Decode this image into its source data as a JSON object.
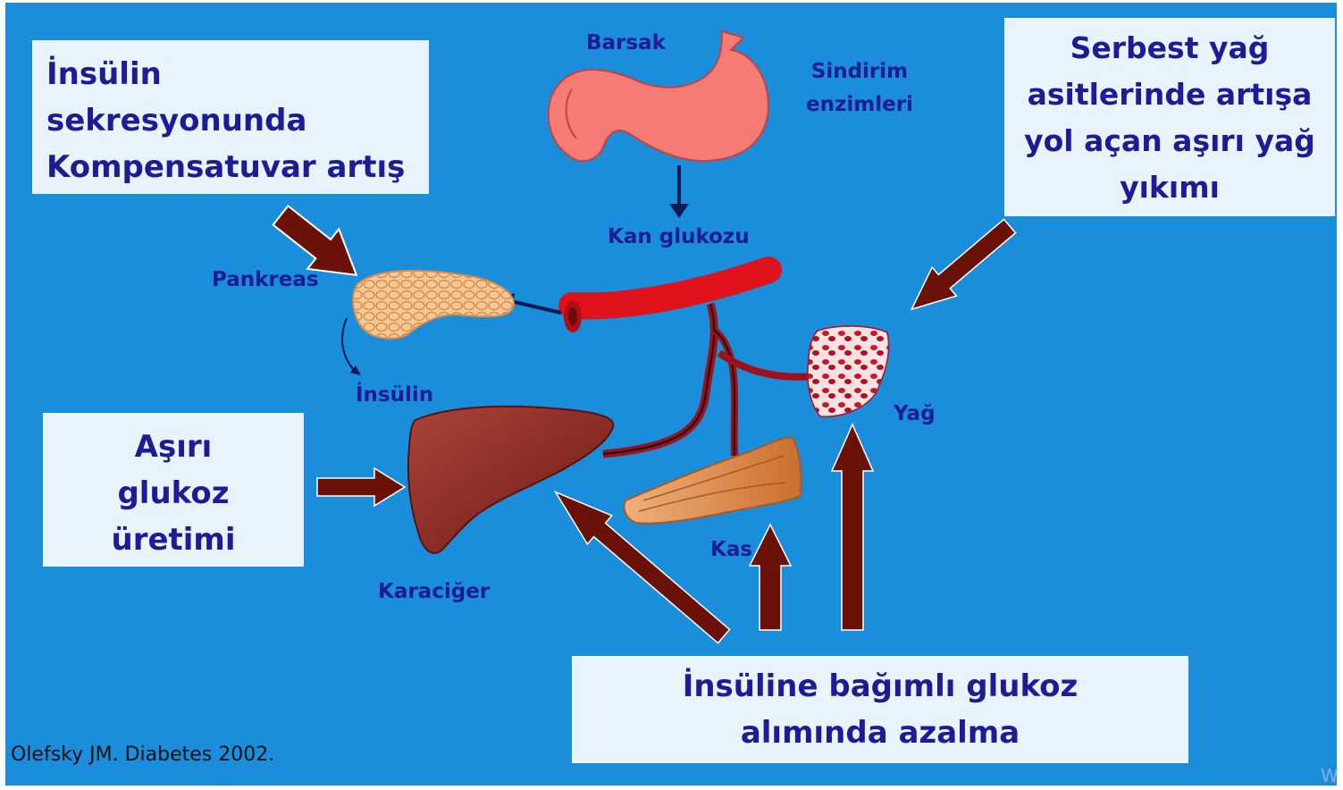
{
  "boxes": {
    "insulin_secretion": [
      "İnsülin",
      "sekresyonunda",
      "Kompensatuvar artış"
    ],
    "free_fatty_acids": [
      "Serbest yağ",
      "asitlerinde artışa",
      "yol açan aşırı yağ",
      "yıkımı"
    ],
    "glucose_production": [
      "Aşırı",
      "glukoz",
      "üretimi"
    ],
    "glucose_uptake": [
      "İnsüline bağımlı glukoz",
      "alımında azalma"
    ]
  },
  "labels": {
    "barsak": "Barsak",
    "sindirim": [
      "Sindirim",
      "enzimleri"
    ],
    "kan_glukozu": "Kan glukozu",
    "pankreas": "Pankreas",
    "insulin": "İnsülin",
    "yag": "Yağ",
    "kas": "Kas",
    "karaciger": "Karaciğer"
  },
  "citation": "Olefsky JM. Diabetes 2002.",
  "watermark": "W",
  "colors": {
    "background": "#1a8ddb",
    "box": "#e8f3fc",
    "text": "#1c1c96",
    "arrow": "#6b1208",
    "vessel": "#e0121b",
    "liver": "#8e2a22",
    "muscle": "#d98a4a",
    "pancreas": "#f3c090",
    "stomach": "#f47c74"
  }
}
